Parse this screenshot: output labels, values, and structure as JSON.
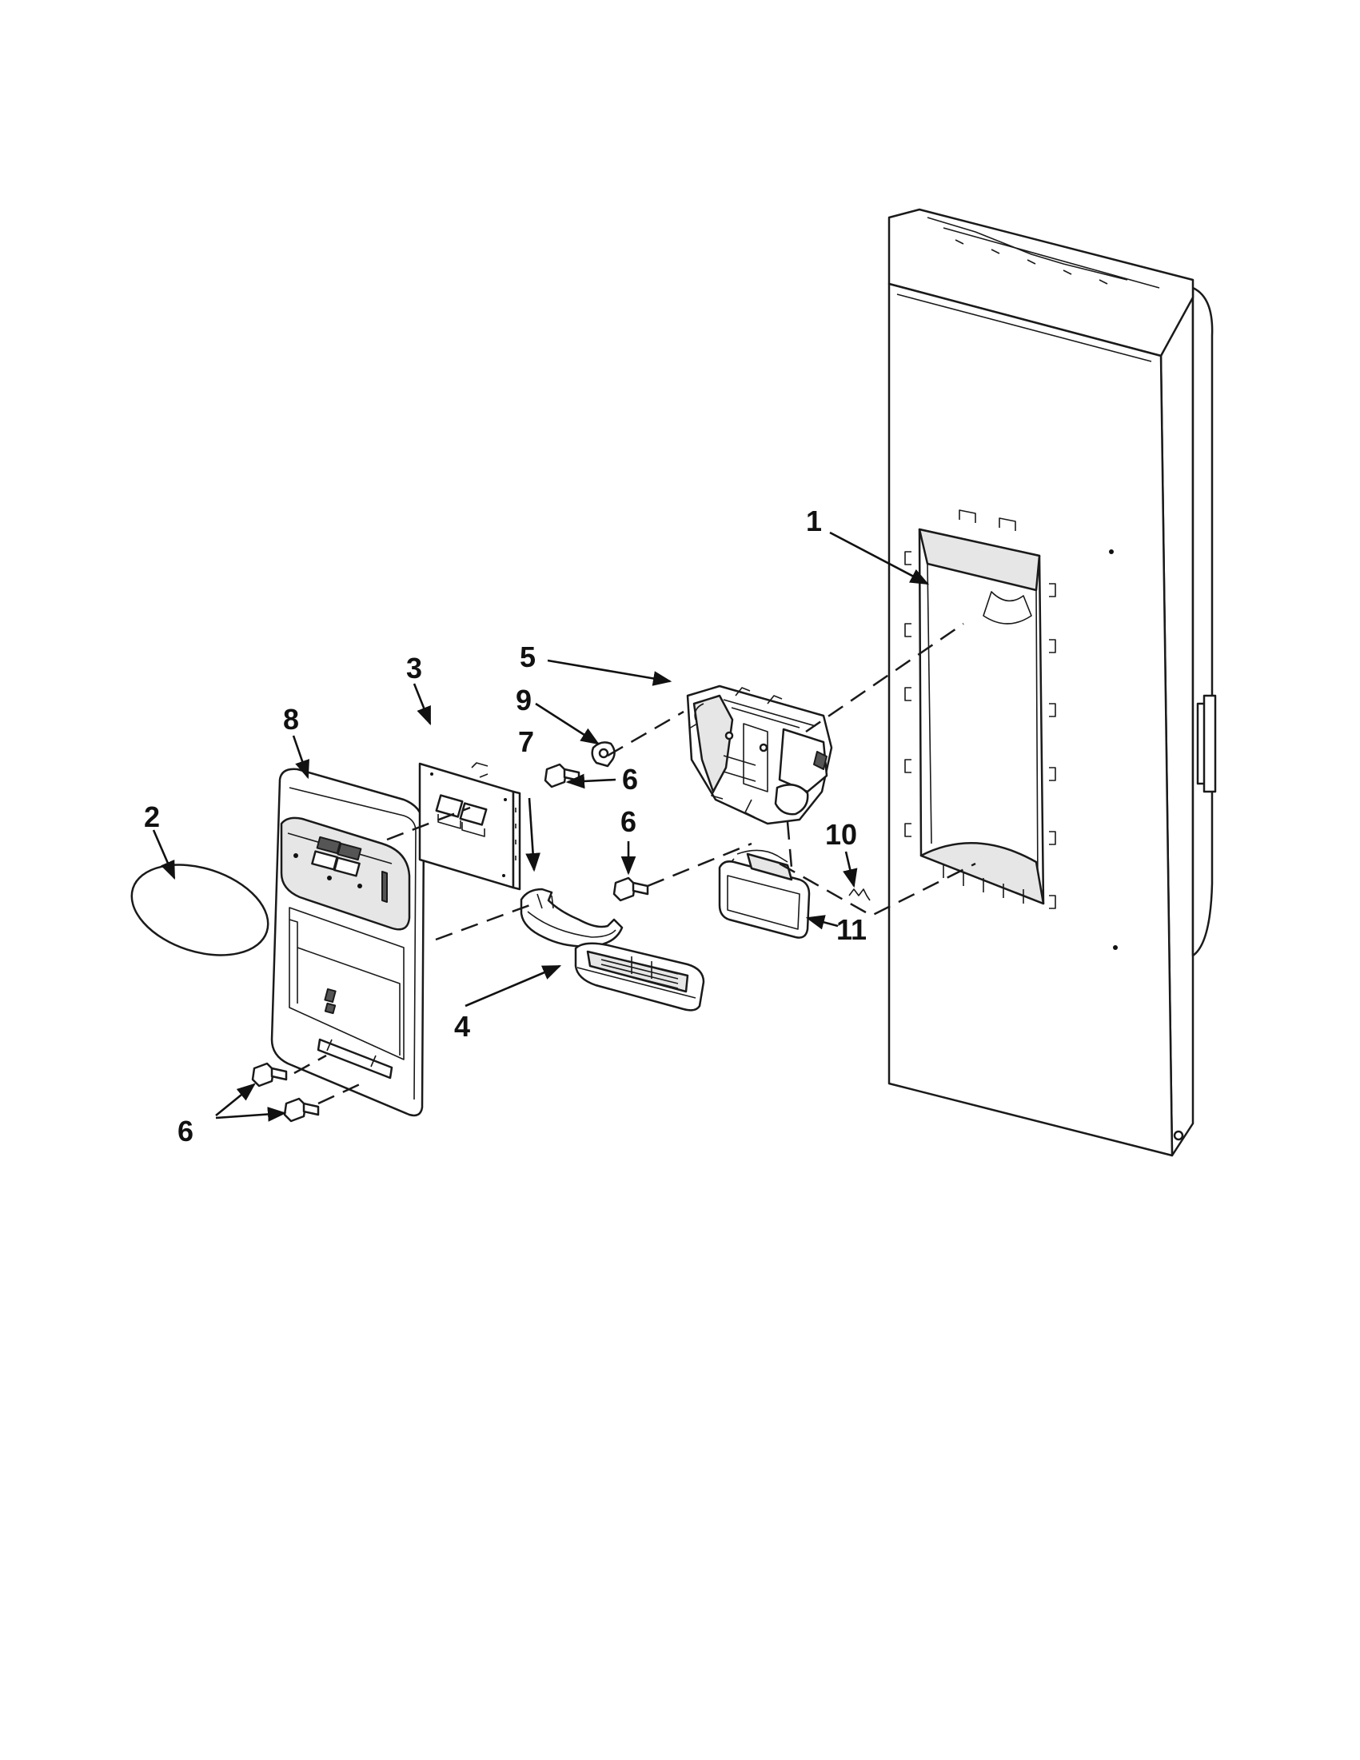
{
  "callouts": {
    "c1": "1",
    "c2": "2",
    "c3": "3",
    "c4": "4",
    "c5": "5",
    "c6a": "6",
    "c6b": "6",
    "c6c": "6",
    "c7": "7",
    "c8": "8",
    "c9": "9",
    "c10": "10",
    "c11": "11"
  }
}
